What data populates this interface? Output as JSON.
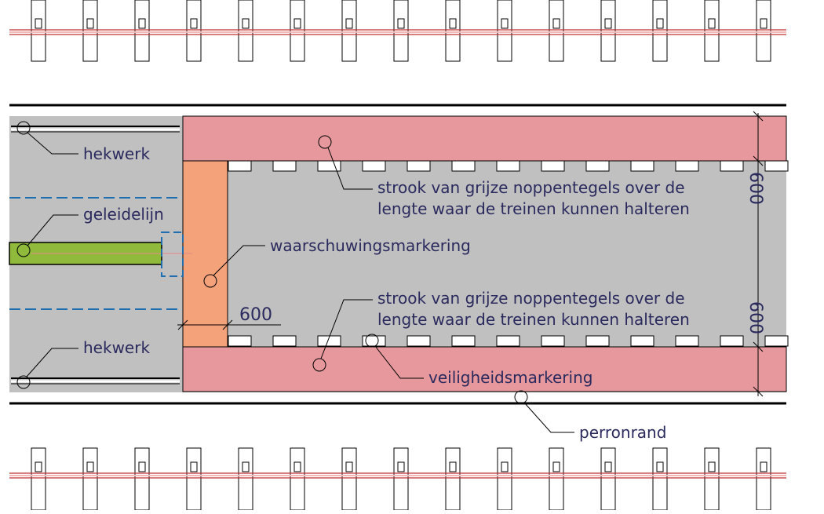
{
  "labels": {
    "fence_top": "hekwerk",
    "guide_line": "geleidelijn",
    "warning_marking": "waarschuwingsmarkering",
    "tiles_top_line1": "strook van grijze noppentegels over de",
    "tiles_top_line2": "lengte waar de treinen kunnen halteren",
    "tiles_bottom_line1": "strook van grijze noppentegels over de",
    "tiles_bottom_line2": "lengte waar de treinen kunnen halteren",
    "fence_bottom": "hekwerk",
    "safety_marking": "veiligheidsmarkering",
    "platform_edge": "perronrand"
  },
  "dimensions": {
    "warning_width": "600",
    "top_strip": "600",
    "bottom_strip": "600"
  },
  "colors": {
    "platform": "#c0c0c0",
    "safety_marking": "#e6989c",
    "warning_marking": "#f4a27a",
    "guide_line": "#8fba3c",
    "label_text": "#2a2a5e",
    "dashed_line": "#1f6fb0"
  }
}
